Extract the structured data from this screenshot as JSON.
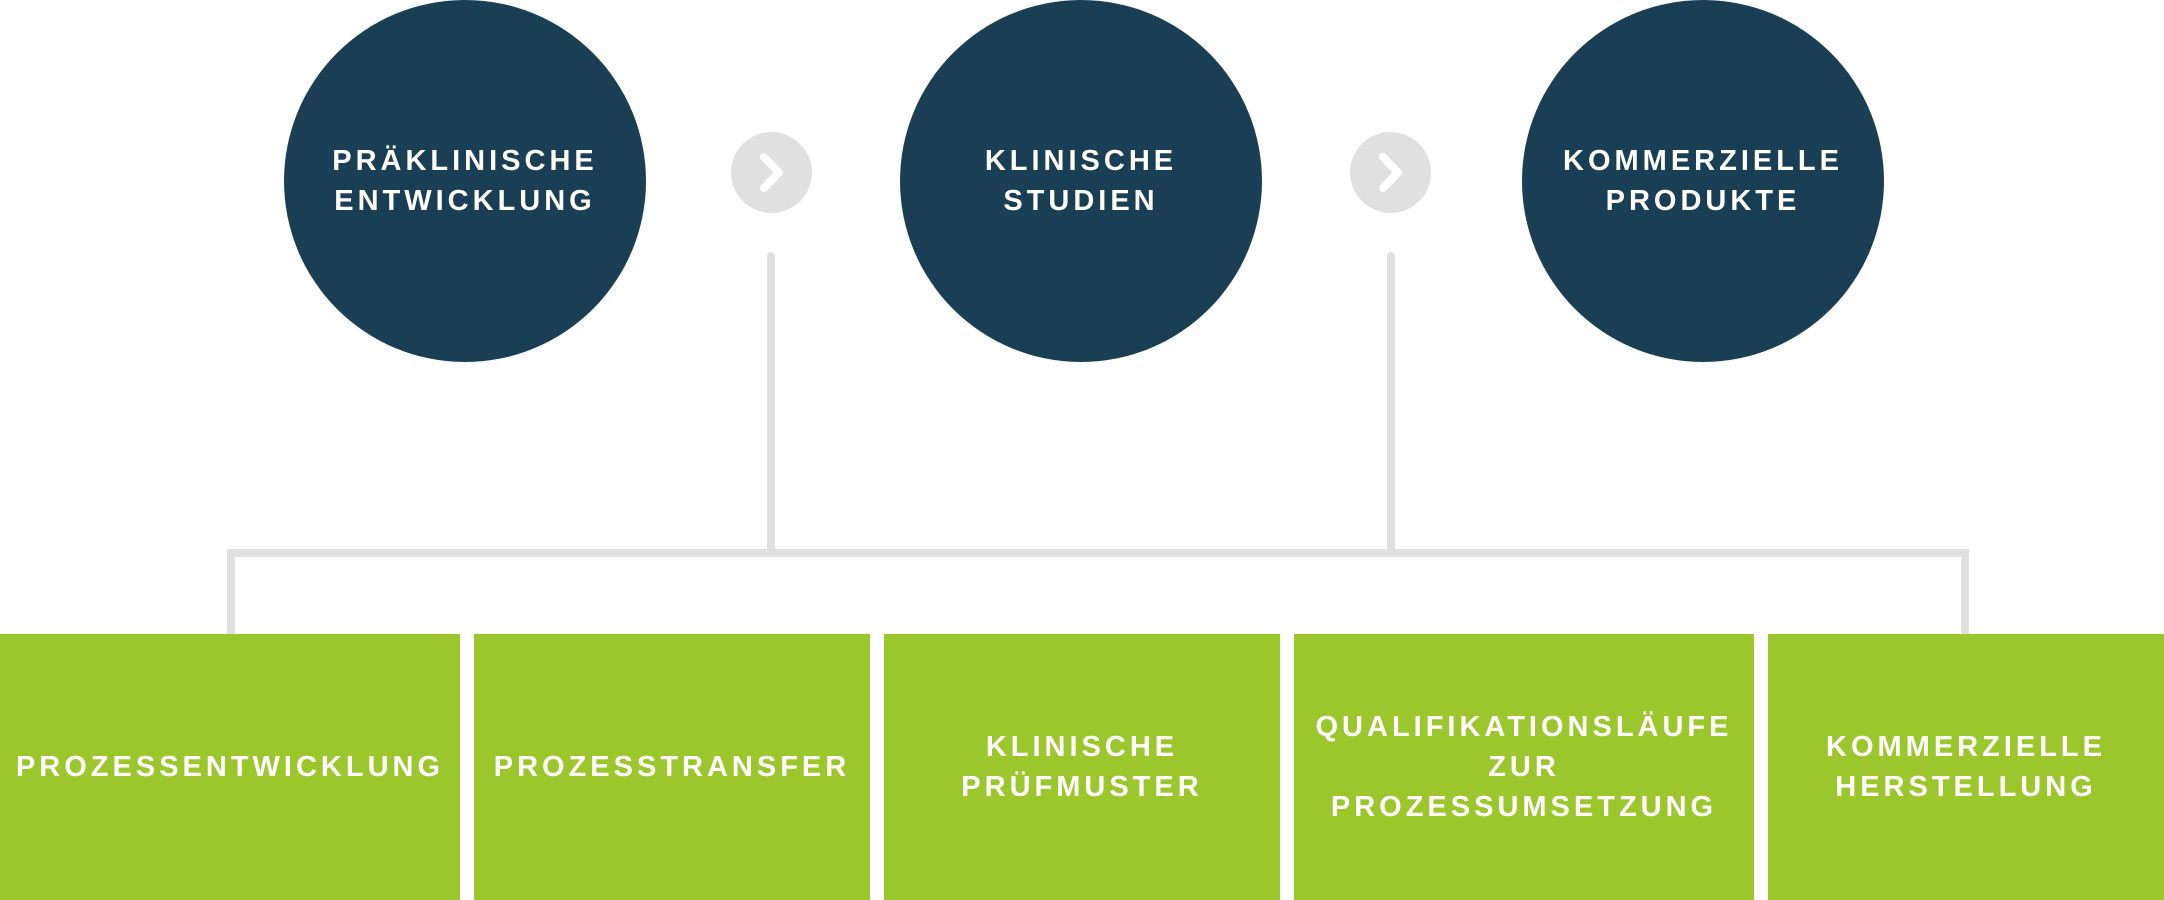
{
  "colors": {
    "phase_fill": "#1a3f55",
    "service_fill": "#9bc72c",
    "connector": "#e0e0e0",
    "text": "#ffffff"
  },
  "phases": [
    {
      "label": "PRÄKLINISCHE\nENTWICKLUNG"
    },
    {
      "label": "KLINISCHE\nSTUDIEN"
    },
    {
      "label": "KOMMERZIELLE\nPRODUKTE"
    }
  ],
  "step_icons": [
    "chevron-right-icon",
    "chevron-right-icon"
  ],
  "services": [
    {
      "label": "PROZESSENTWICKLUNG"
    },
    {
      "label": "PROZESSTRANSFER"
    },
    {
      "label": "KLINISCHE\nPRÜFMUSTER"
    },
    {
      "label": "QUALIFIKATIONSLÄUFE\nZUR\nPROZESSUMSETZUNG"
    },
    {
      "label": "KOMMERZIELLE\nHERSTELLUNG"
    }
  ]
}
